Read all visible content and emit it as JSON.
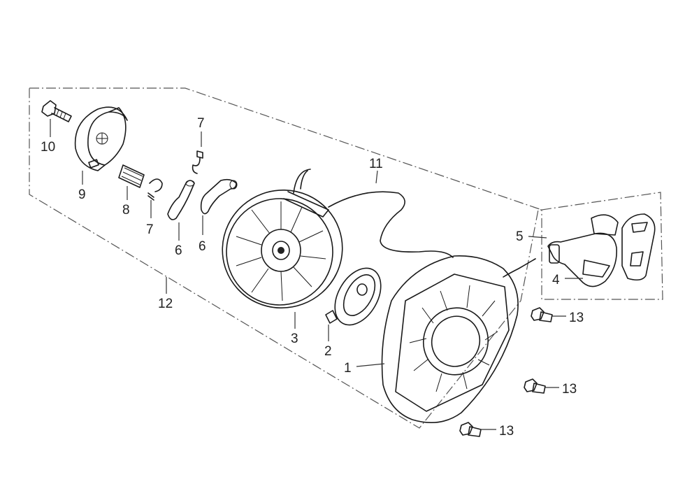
{
  "callouts": [
    {
      "id": "c10",
      "text": "10"
    },
    {
      "id": "c9",
      "text": "9"
    },
    {
      "id": "c8",
      "text": "8"
    },
    {
      "id": "c7a",
      "text": "7"
    },
    {
      "id": "c7b",
      "text": "7"
    },
    {
      "id": "c6a",
      "text": "6"
    },
    {
      "id": "c6b",
      "text": "6"
    },
    {
      "id": "c11",
      "text": "11"
    },
    {
      "id": "c12",
      "text": "12"
    },
    {
      "id": "c3",
      "text": "3"
    },
    {
      "id": "c2",
      "text": "2"
    },
    {
      "id": "c1",
      "text": "1"
    },
    {
      "id": "c5",
      "text": "5"
    },
    {
      "id": "c4",
      "text": "4"
    },
    {
      "id": "c13a",
      "text": "13"
    },
    {
      "id": "c13b",
      "text": "13"
    },
    {
      "id": "c13c",
      "text": "13"
    }
  ]
}
